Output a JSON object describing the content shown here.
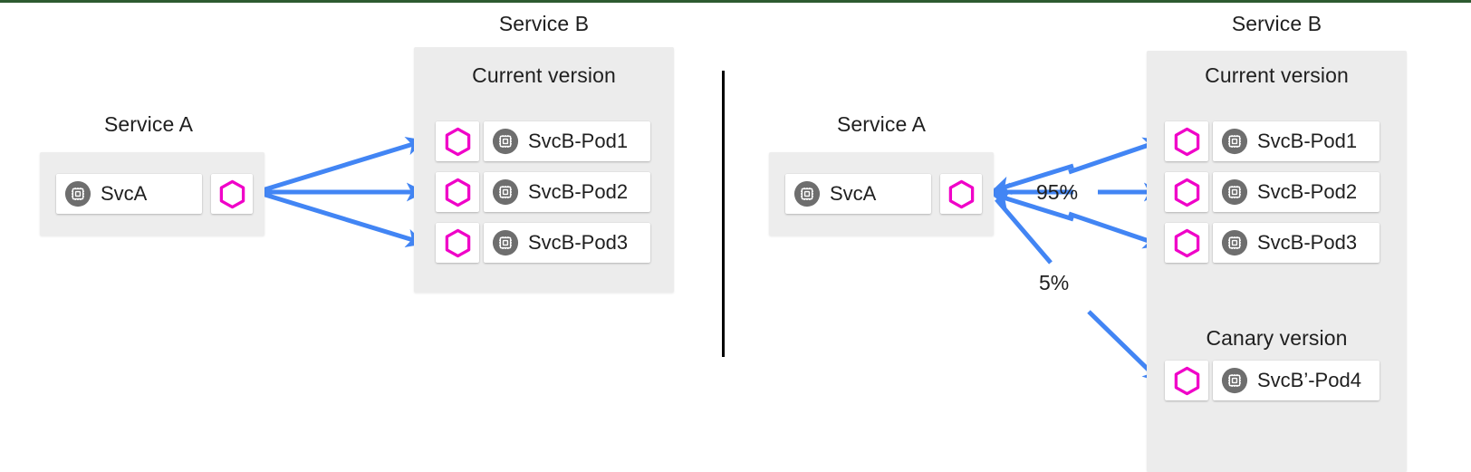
{
  "theme": {
    "accent_blue": "#4285f4",
    "hex_magenta": "#f000c8",
    "pod_gray": "#6e6e6e",
    "panel_gray": "#ececec",
    "text_dark": "#1f1f1f",
    "top_rule_green": "#2d5a30"
  },
  "icons": {
    "pod": "pod-cpu-icon",
    "service_mesh": "hexagon-proxy-icon"
  },
  "left_scenario": {
    "service_a": {
      "title": "Service A",
      "node_label": "SvcA"
    },
    "service_b": {
      "title": "Service B",
      "groups": [
        {
          "title": "Current version",
          "pods": [
            {
              "label": "SvcB-Pod1"
            },
            {
              "label": "SvcB-Pod2"
            },
            {
              "label": "SvcB-Pod3"
            }
          ]
        }
      ]
    },
    "traffic_labels": []
  },
  "right_scenario": {
    "service_a": {
      "title": "Service A",
      "node_label": "SvcA"
    },
    "service_b": {
      "title": "Service B",
      "groups": [
        {
          "title": "Current version",
          "pods": [
            {
              "label": "SvcB-Pod1"
            },
            {
              "label": "SvcB-Pod2"
            },
            {
              "label": "SvcB-Pod3"
            }
          ]
        },
        {
          "title": "Canary  version",
          "pods": [
            {
              "label": "SvcB’-Pod4"
            }
          ]
        }
      ]
    },
    "traffic_labels": [
      {
        "value": "95%"
      },
      {
        "value": "5%"
      }
    ]
  }
}
